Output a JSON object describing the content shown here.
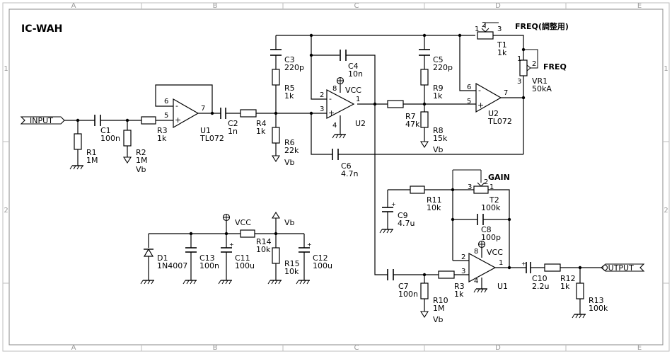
{
  "title": "IC-WAH",
  "frame": {
    "columns": [
      "A",
      "B",
      "C",
      "D",
      "E"
    ],
    "rows": [
      "1",
      "2"
    ]
  },
  "ports": {
    "input": "INPUT",
    "output": "OUTPUT"
  },
  "labels": {
    "vcc": "VCC",
    "vb": "Vb",
    "freq_adj": "FREQ(調整用)",
    "freq": "FREQ",
    "gain": "GAIN",
    "pin_minus": "-",
    "pin_plus": "+"
  },
  "components": {
    "R1": {
      "ref": "R1",
      "value": "1M"
    },
    "C1": {
      "ref": "C1",
      "value": "100n"
    },
    "R2": {
      "ref": "R2",
      "value": "1M"
    },
    "R3a": {
      "ref": "R3",
      "value": "1k"
    },
    "U1a": {
      "ref": "U1",
      "value": "TL072"
    },
    "C2": {
      "ref": "C2",
      "value": "1n"
    },
    "R4": {
      "ref": "R4",
      "value": "1k"
    },
    "C3": {
      "ref": "C3",
      "value": "220p"
    },
    "R5": {
      "ref": "R5",
      "value": "1k"
    },
    "R6": {
      "ref": "R6",
      "value": "22k"
    },
    "C4": {
      "ref": "C4",
      "value": "10n"
    },
    "U2a": {
      "ref": "U2"
    },
    "C6": {
      "ref": "C6",
      "value": "4.7n"
    },
    "R7": {
      "ref": "R7",
      "value": "47k"
    },
    "C5": {
      "ref": "C5",
      "value": "220p"
    },
    "R9": {
      "ref": "R9",
      "value": "1k"
    },
    "R8": {
      "ref": "R8",
      "value": "15k"
    },
    "U2b": {
      "ref": "U2",
      "value": "TL072"
    },
    "T1": {
      "ref": "T1",
      "value": "1k"
    },
    "VR1": {
      "ref": "VR1",
      "value": "50kA"
    },
    "D1": {
      "ref": "D1",
      "value": "1N4007"
    },
    "C13": {
      "ref": "C13",
      "value": "100n"
    },
    "C11": {
      "ref": "C11",
      "value": "100u"
    },
    "R14": {
      "ref": "R14",
      "value": "10k"
    },
    "R15": {
      "ref": "R15",
      "value": "10k"
    },
    "C12": {
      "ref": "C12",
      "value": "100u"
    },
    "C9": {
      "ref": "C9",
      "value": "4.7u"
    },
    "R11": {
      "ref": "R11",
      "value": "10k"
    },
    "T2": {
      "ref": "T2",
      "value": "100k"
    },
    "C8": {
      "ref": "C8",
      "value": "100p"
    },
    "C7": {
      "ref": "C7",
      "value": "100n"
    },
    "R3b": {
      "ref": "R3",
      "value": "1k"
    },
    "R10": {
      "ref": "R10",
      "value": "1M"
    },
    "U1b": {
      "ref": "U1"
    },
    "C10": {
      "ref": "C10",
      "value": "2.2u"
    },
    "R12": {
      "ref": "R12",
      "value": "1k"
    },
    "R13": {
      "ref": "R13",
      "value": "100k"
    }
  }
}
